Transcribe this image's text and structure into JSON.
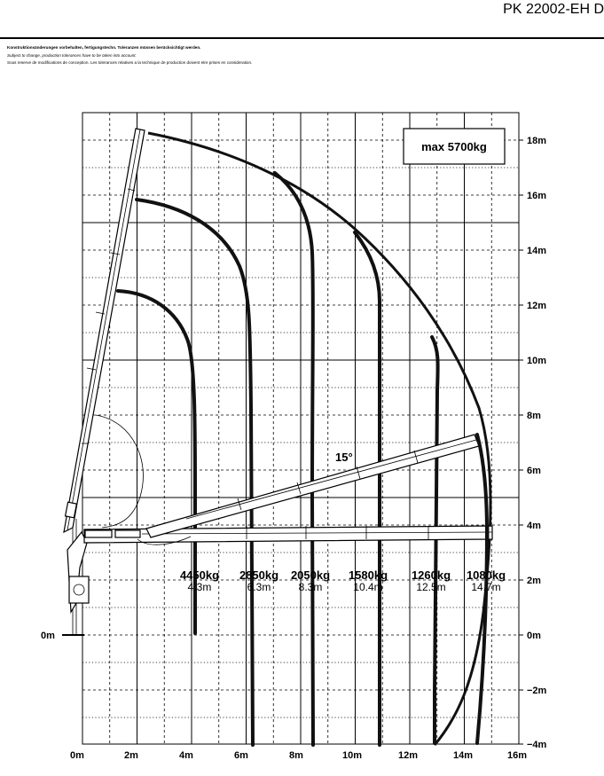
{
  "header": {
    "model": "PK 22002-EH D",
    "disclaimer_de": "Konstruktionsänderungen vorbehalten, fertigungstechn. Toleranzen müssen berücksichtigt werden.",
    "disclaimer_en": "Subject to change, production tolerances have to be taken into account.",
    "disclaimer_fr": "Sous reserve de modifications de conception. Les tolerances relatives a la technique de production doivent etre prises en consideration."
  },
  "diagram": {
    "max_capacity": "max 5700kg",
    "boom_angle": "15°",
    "x_axis": {
      "ticks": [
        "0m",
        "2m",
        "4m",
        "6m",
        "8m",
        "10m",
        "12m",
        "14m",
        "16m"
      ]
    },
    "y_axis": {
      "ticks": [
        "18m",
        "16m",
        "14m",
        "12m",
        "10m",
        "8m",
        "6m",
        "4m",
        "2m",
        "0m",
        "−2m",
        "−4m"
      ],
      "left_zero": "0m"
    },
    "loads": [
      {
        "kg": "4450kg",
        "reach": "4.3m"
      },
      {
        "kg": "2850kg",
        "reach": "6.3m"
      },
      {
        "kg": "2050kg",
        "reach": "8.3m"
      },
      {
        "kg": "1580kg",
        "reach": "10.4m"
      },
      {
        "kg": "1260kg",
        "reach": "12.5m"
      },
      {
        "kg": "1080kg",
        "reach": "14.7m"
      }
    ]
  }
}
